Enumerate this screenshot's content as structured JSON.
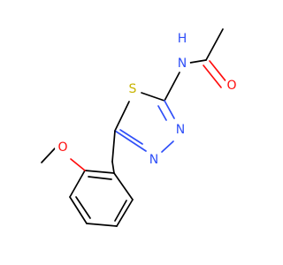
{
  "colors": {
    "carbon_bond": "#000000",
    "nitrogen": "#3050f8",
    "oxygen": "#ff0d0d",
    "sulfur": "#c8b400",
    "background": "#ffffff"
  },
  "atoms": {
    "n_amide": "N",
    "h_amide": "H",
    "o_carbonyl": "O",
    "s_ring": "S",
    "n_ring_upper": "N",
    "n_ring_lower": "N",
    "o_methoxy": "O"
  }
}
